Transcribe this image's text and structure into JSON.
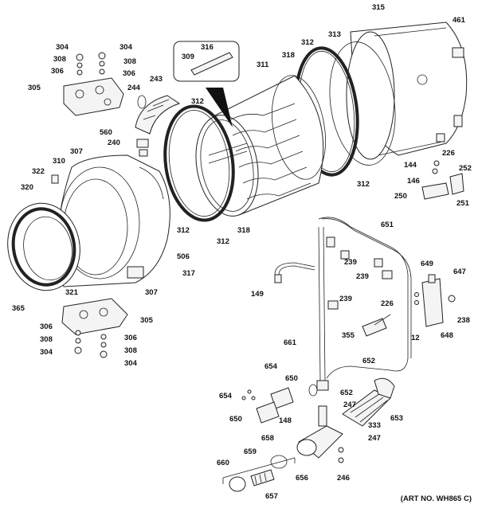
{
  "diagram": {
    "art_number": "(ART NO. WH865 C)",
    "labels": [
      {
        "id": "l315",
        "text": "315"
      },
      {
        "id": "l461",
        "text": "461"
      },
      {
        "id": "l313",
        "text": "313"
      },
      {
        "id": "l312a",
        "text": "312"
      },
      {
        "id": "l318a",
        "text": "318"
      },
      {
        "id": "l311",
        "text": "311"
      },
      {
        "id": "l316",
        "text": "316"
      },
      {
        "id": "l309",
        "text": "309"
      },
      {
        "id": "l304a",
        "text": "304"
      },
      {
        "id": "l304b",
        "text": "304"
      },
      {
        "id": "l308a",
        "text": "308"
      },
      {
        "id": "l308b",
        "text": "308"
      },
      {
        "id": "l306a",
        "text": "306"
      },
      {
        "id": "l306b",
        "text": "306"
      },
      {
        "id": "l305a",
        "text": "305"
      },
      {
        "id": "l244",
        "text": "244"
      },
      {
        "id": "l243",
        "text": "243"
      },
      {
        "id": "l312b",
        "text": "312"
      },
      {
        "id": "l560",
        "text": "560"
      },
      {
        "id": "l240",
        "text": "240"
      },
      {
        "id": "l307a",
        "text": "307"
      },
      {
        "id": "l310",
        "text": "310"
      },
      {
        "id": "l322",
        "text": "322"
      },
      {
        "id": "l320",
        "text": "320"
      },
      {
        "id": "l312c",
        "text": "312"
      },
      {
        "id": "l312d",
        "text": "312"
      },
      {
        "id": "l318b",
        "text": "318"
      },
      {
        "id": "l312e",
        "text": "312"
      },
      {
        "id": "l226a",
        "text": "226"
      },
      {
        "id": "l144",
        "text": "144"
      },
      {
        "id": "l146",
        "text": "146"
      },
      {
        "id": "l252",
        "text": "252"
      },
      {
        "id": "l250",
        "text": "250"
      },
      {
        "id": "l251",
        "text": "251"
      },
      {
        "id": "l651",
        "text": "651"
      },
      {
        "id": "l239a",
        "text": "239"
      },
      {
        "id": "l239b",
        "text": "239"
      },
      {
        "id": "l239c",
        "text": "239"
      },
      {
        "id": "l506",
        "text": "506"
      },
      {
        "id": "l317",
        "text": "317"
      },
      {
        "id": "l321",
        "text": "321"
      },
      {
        "id": "l307b",
        "text": "307"
      },
      {
        "id": "l365",
        "text": "365"
      },
      {
        "id": "l149",
        "text": "149"
      },
      {
        "id": "l649",
        "text": "649"
      },
      {
        "id": "l647",
        "text": "647"
      },
      {
        "id": "l648",
        "text": "648"
      },
      {
        "id": "l238",
        "text": "238"
      },
      {
        "id": "l226b",
        "text": "226"
      },
      {
        "id": "l12",
        "text": "12"
      },
      {
        "id": "l355",
        "text": "355"
      },
      {
        "id": "l305b",
        "text": "305"
      },
      {
        "id": "l306c",
        "text": "306"
      },
      {
        "id": "l306d",
        "text": "306"
      },
      {
        "id": "l308c",
        "text": "308"
      },
      {
        "id": "l308d",
        "text": "308"
      },
      {
        "id": "l304c",
        "text": "304"
      },
      {
        "id": "l304d",
        "text": "304"
      },
      {
        "id": "l661",
        "text": "661"
      },
      {
        "id": "l652a",
        "text": "652"
      },
      {
        "id": "l654a",
        "text": "654"
      },
      {
        "id": "l654b",
        "text": "654"
      },
      {
        "id": "l650a",
        "text": "650"
      },
      {
        "id": "l650b",
        "text": "650"
      },
      {
        "id": "l148",
        "text": "148"
      },
      {
        "id": "l652b",
        "text": "652"
      },
      {
        "id": "l247a",
        "text": "247"
      },
      {
        "id": "l653",
        "text": "653"
      },
      {
        "id": "l333",
        "text": "333"
      },
      {
        "id": "l247b",
        "text": "247"
      },
      {
        "id": "l658",
        "text": "658"
      },
      {
        "id": "l660",
        "text": "660"
      },
      {
        "id": "l659",
        "text": "659"
      },
      {
        "id": "l656",
        "text": "656"
      },
      {
        "id": "l246",
        "text": "246"
      },
      {
        "id": "l657",
        "text": "657"
      }
    ]
  }
}
